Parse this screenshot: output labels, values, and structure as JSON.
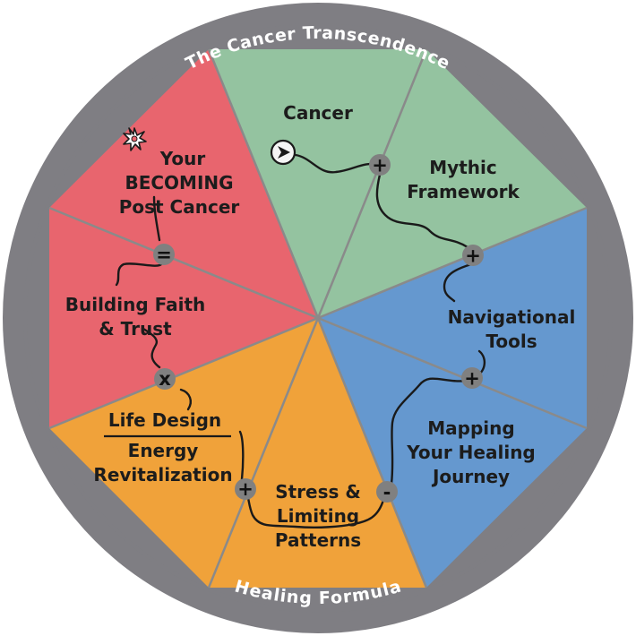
{
  "ring": {
    "top_text": "The Cancer Transcendence",
    "bottom_text": "Healing Formula"
  },
  "colors": {
    "ring": "#7f7e83",
    "divider": "#8a8a8a",
    "green": "#94c3a0",
    "blue": "#6598cf",
    "orange": "#f0a23a",
    "red": "#e8656e",
    "operator": "#808080"
  },
  "segments": [
    {
      "id": "cancer",
      "lines": [
        "Cancer"
      ]
    },
    {
      "id": "mythic",
      "lines": [
        "Mythic",
        "Framework"
      ]
    },
    {
      "id": "navigational",
      "lines": [
        "Navigational",
        "Tools"
      ]
    },
    {
      "id": "mapping",
      "lines": [
        "Mapping",
        "Your Healing",
        "Journey"
      ]
    },
    {
      "id": "stress",
      "lines": [
        "Stress &",
        "Limiting",
        "Patterns"
      ]
    },
    {
      "id": "life-design",
      "numerator": "Life Design",
      "denominator": [
        "Energy",
        "Revitalization"
      ]
    },
    {
      "id": "faith",
      "lines": [
        "Building Faith",
        "& Trust"
      ]
    },
    {
      "id": "becoming",
      "lines": [
        "Your",
        "BECOMING",
        "Post Cancer"
      ]
    }
  ],
  "operators": {
    "plus": "+",
    "minus": "-",
    "times": "x",
    "equals": "="
  },
  "icons": {
    "start": "arrow-circle-icon",
    "end": "starburst-icon"
  }
}
